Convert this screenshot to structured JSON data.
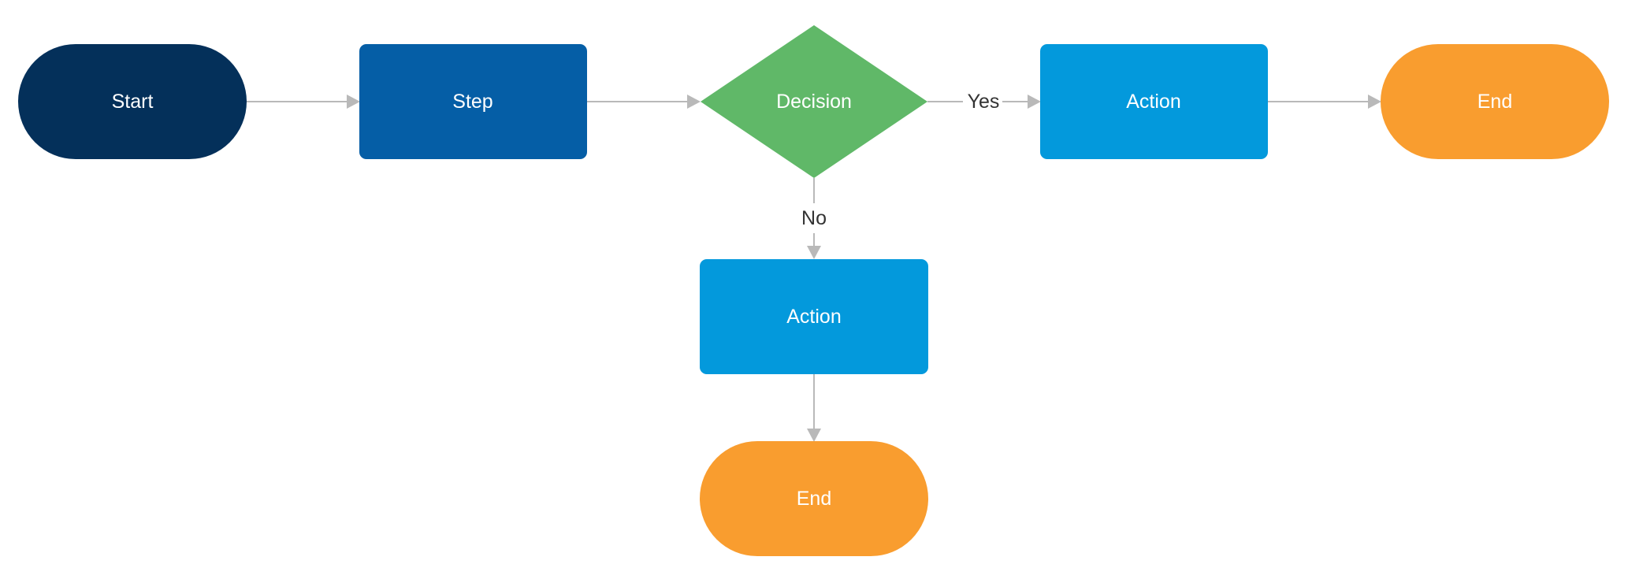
{
  "nodes": {
    "start": {
      "label": "Start",
      "color": "#04305a"
    },
    "step": {
      "label": "Step",
      "color": "#055ea6"
    },
    "decision": {
      "label": "Decision",
      "color": "#60b868"
    },
    "action_yes": {
      "label": "Action",
      "color": "#0399dc"
    },
    "end_yes": {
      "label": "End",
      "color": "#f99d2f"
    },
    "action_no": {
      "label": "Action",
      "color": "#0399dc"
    },
    "end_no": {
      "label": "End",
      "color": "#f99d2f"
    }
  },
  "edges": {
    "decision_yes": {
      "label": "Yes"
    },
    "decision_no": {
      "label": "No"
    }
  },
  "colors": {
    "connector": "#b9b9b9",
    "label_text": "#ffffff",
    "edge_label_text": "#333333"
  }
}
